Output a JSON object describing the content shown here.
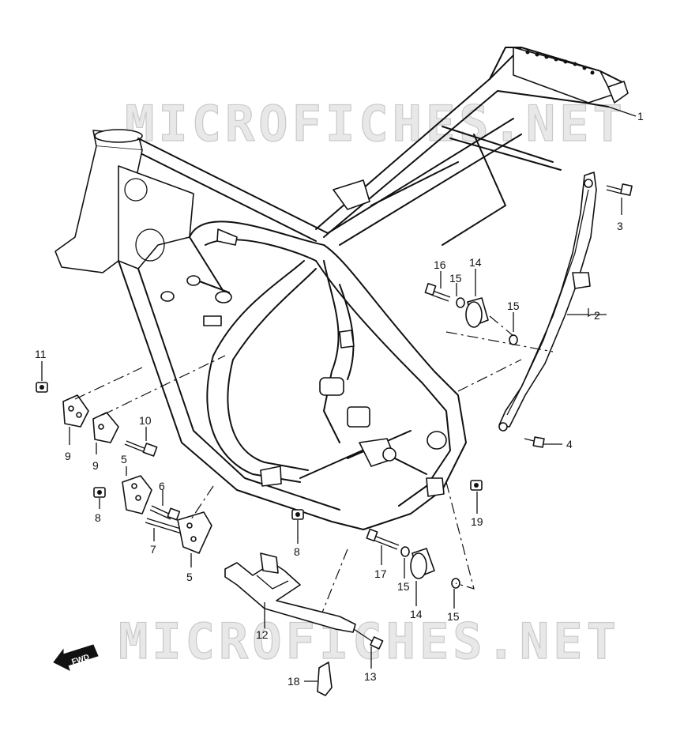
{
  "watermark": {
    "text": "MICROFICHES.NET"
  },
  "fwd_arrow": {
    "text": "FWD"
  },
  "callouts": [
    {
      "id": "c1",
      "label": "1"
    },
    {
      "id": "c2",
      "label": "2"
    },
    {
      "id": "c3",
      "label": "3"
    },
    {
      "id": "c4",
      "label": "4"
    },
    {
      "id": "c5a",
      "label": "5"
    },
    {
      "id": "c5b",
      "label": "5"
    },
    {
      "id": "c6",
      "label": "6"
    },
    {
      "id": "c7",
      "label": "7"
    },
    {
      "id": "c8a",
      "label": "8"
    },
    {
      "id": "c8b",
      "label": "8"
    },
    {
      "id": "c9a",
      "label": "9"
    },
    {
      "id": "c9b",
      "label": "9"
    },
    {
      "id": "c10",
      "label": "10"
    },
    {
      "id": "c11",
      "label": "11"
    },
    {
      "id": "c12",
      "label": "12"
    },
    {
      "id": "c13",
      "label": "13"
    },
    {
      "id": "c14a",
      "label": "14"
    },
    {
      "id": "c14b",
      "label": "14"
    },
    {
      "id": "c15a",
      "label": "15"
    },
    {
      "id": "c15b",
      "label": "15"
    },
    {
      "id": "c15c",
      "label": "15"
    },
    {
      "id": "c15d",
      "label": "15"
    },
    {
      "id": "c16",
      "label": "16"
    },
    {
      "id": "c17",
      "label": "17"
    },
    {
      "id": "c18",
      "label": "18"
    },
    {
      "id": "c19",
      "label": "19"
    }
  ]
}
